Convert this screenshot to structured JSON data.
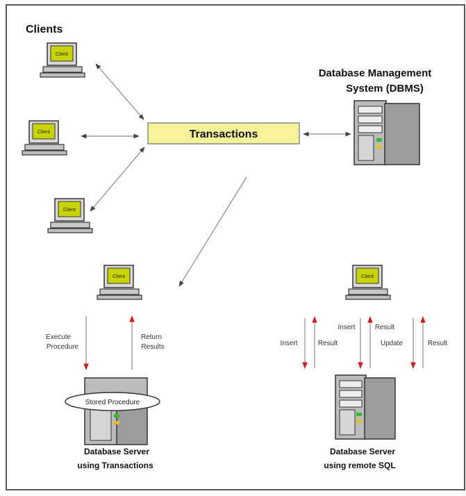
{
  "diagram": {
    "clients_heading": "Clients",
    "dbms_title_line1": "Database Management",
    "dbms_title_line2": "System (DBMS)",
    "transactions_label": "Transactions",
    "client_screen_label": "Client",
    "stored_procedure_label": "Stored Procedure",
    "execute_procedure_line1": "Execute",
    "execute_procedure_line2": "Procedure",
    "return_results_line1": "Return",
    "return_results_line2": "Results",
    "insert_label": "Insert",
    "result_label": "Result",
    "update_label": "Update",
    "server_transactions_line1": "Database Server",
    "server_transactions_line2": "using Transactions",
    "server_remote_line1": "Database Server",
    "server_remote_line2": "using remote SQL"
  },
  "colors": {
    "transactions_fill": "#f6f29a",
    "screen_fill": "#c8d400",
    "arrow_red": "#cc1f1f",
    "line_gray": "#8a8a8a",
    "server_gray": "#b9b9b9"
  },
  "icons": [
    "client-computer-icon",
    "server-tower-icon",
    "arrow-icon"
  ]
}
